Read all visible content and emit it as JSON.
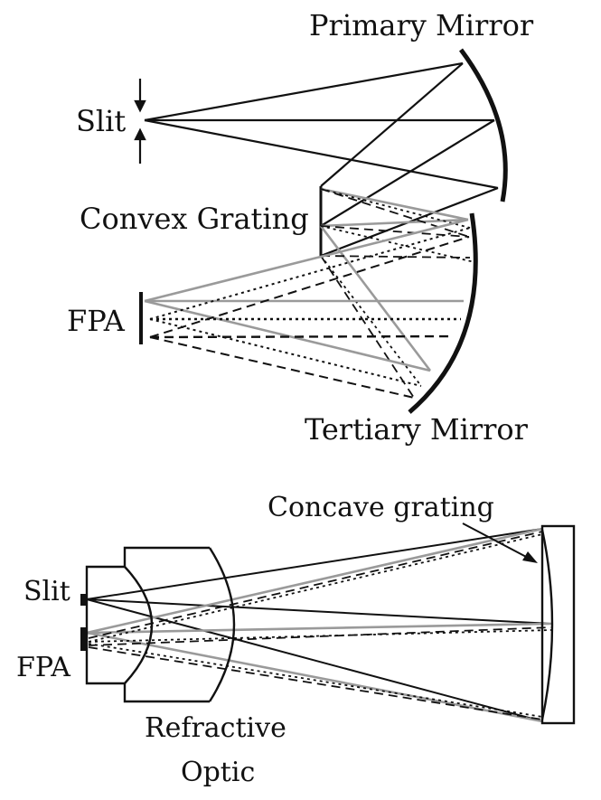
{
  "offner": {
    "labels": {
      "slit": "Slit",
      "primary_mirror": "Primary Mirror",
      "convex_grating": "Convex Grating",
      "fpa": "FPA",
      "tertiary_mirror": "Tertiary Mirror"
    }
  },
  "dyson": {
    "labels": {
      "concave_grating": "Concave grating",
      "slit": "Slit",
      "fpa": "FPA",
      "refractive": "Refractive",
      "optic": "Optic"
    }
  },
  "colors": {
    "ink": "#111111",
    "gray_ray": "#9a9a9a",
    "background": "#ffffff"
  }
}
